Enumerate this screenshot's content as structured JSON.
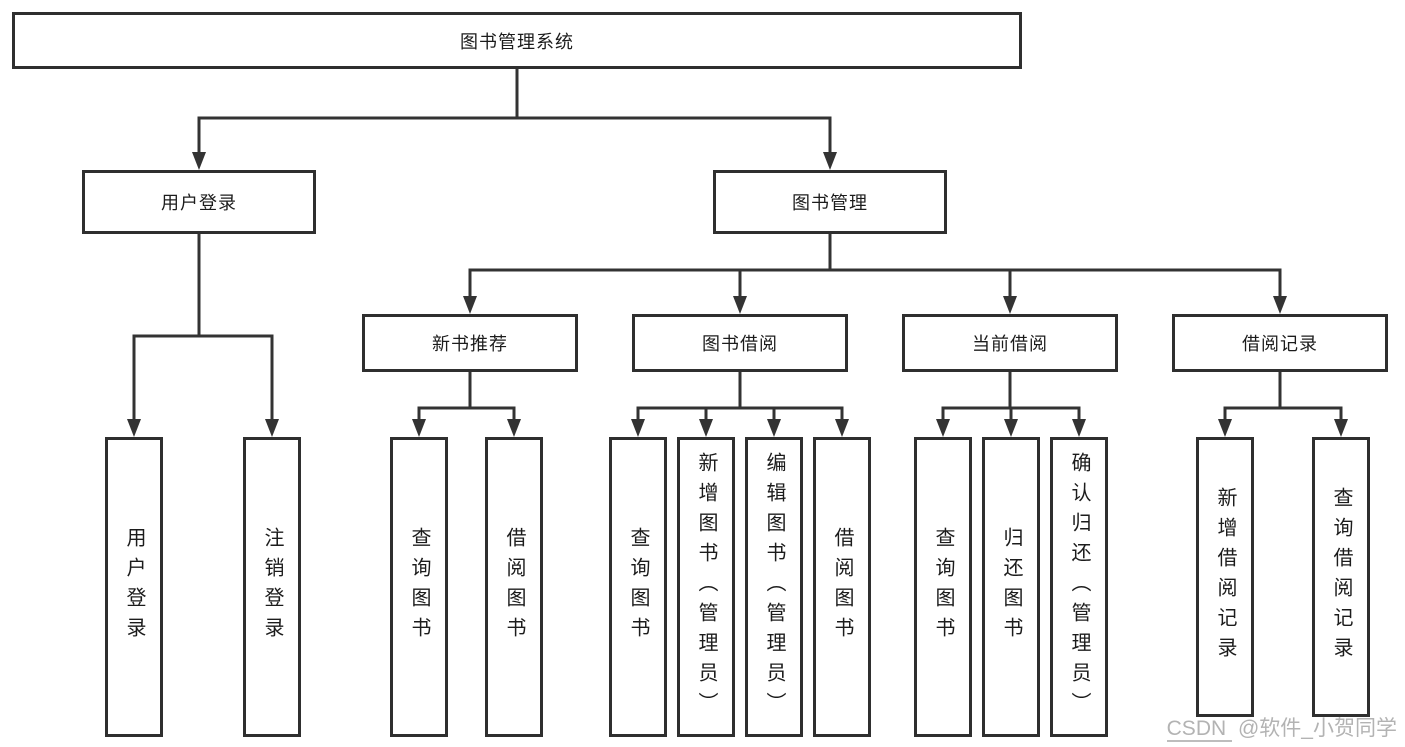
{
  "diagram": {
    "type": "tree",
    "title": "图书管理系统",
    "hierarchy": {
      "图书管理系统": {
        "用户登录": [
          "用户登录",
          "注销登录"
        ],
        "图书管理": {
          "新书推荐": [
            "查询图书",
            "借阅图书"
          ],
          "图书借阅": [
            "查询图书",
            "新增图书（管理员）",
            "编辑图书（管理员）",
            "借阅图书"
          ],
          "当前借阅": [
            "查询图书",
            "归还图书",
            "确认归还（管理员）"
          ],
          "借阅记录": [
            "新增借阅记录",
            "查询借阅记录"
          ]
        }
      }
    }
  },
  "nodes": {
    "root": {
      "label": "图书管理系统"
    },
    "user_login": {
      "label": "用户登录"
    },
    "book_management": {
      "label": "图书管理"
    },
    "new_book_recommend": {
      "label": "新书推荐"
    },
    "book_borrowing": {
      "label": "图书借阅"
    },
    "current_borrowing": {
      "label": "当前借阅"
    },
    "borrowing_records": {
      "label": "借阅记录"
    },
    "leaf_user_login": {
      "label": "用户登录"
    },
    "leaf_logout": {
      "label": "注销登录"
    },
    "leaf_nr_query": {
      "label": "查询图书"
    },
    "leaf_nr_borrow": {
      "label": "借阅图书"
    },
    "leaf_bb_query": {
      "label": "查询图书"
    },
    "leaf_bb_add": {
      "label": "新增图书（管理员）"
    },
    "leaf_bb_edit": {
      "label": "编辑图书（管理员）"
    },
    "leaf_bb_borrow": {
      "label": "借阅图书"
    },
    "leaf_cb_query": {
      "label": "查询图书"
    },
    "leaf_cb_return": {
      "label": "归还图书"
    },
    "leaf_cb_confirm": {
      "label": "确认归还（管理员）"
    },
    "leaf_br_add": {
      "label": "新增借阅记录"
    },
    "leaf_br_query": {
      "label": "查询借阅记录"
    }
  },
  "watermark": {
    "brand": "CSDN",
    "handle": " @软件_小贺同学",
    "text": "CSDN @软件_小贺同学"
  },
  "colors": {
    "line": "#333333",
    "box_border": "#2f2f2f",
    "text": "#1c1c1c",
    "watermark": "#b3b3b3",
    "background": "#ffffff"
  }
}
